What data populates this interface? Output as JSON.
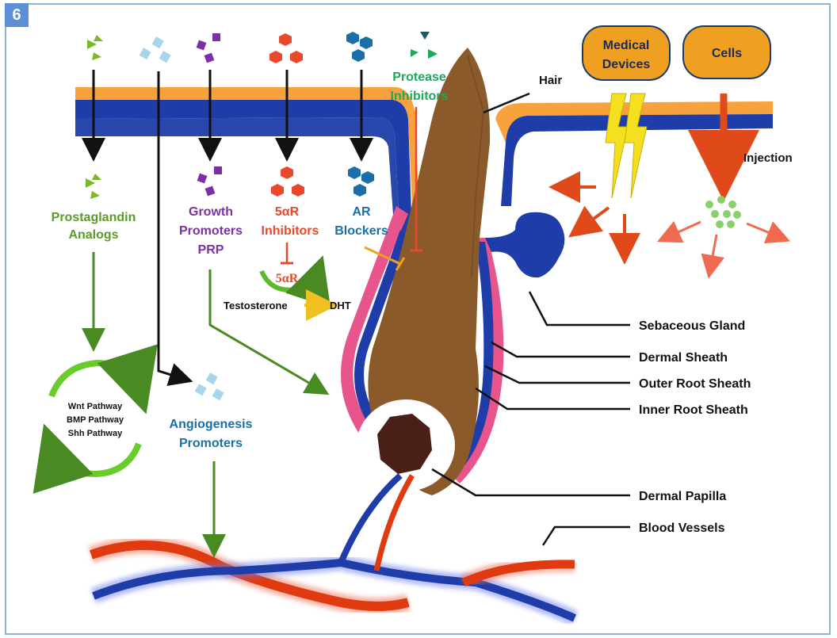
{
  "figure_number": "6",
  "labels": {
    "prostaglandin_1": "Prostaglandin",
    "prostaglandin_2": "Analogs",
    "growth_1": "Growth",
    "growth_2": "Promoters",
    "growth_3": "PRP",
    "five_ar_1": "5αR",
    "five_ar_2": "Inhibitors",
    "five_ar_enzyme": "5αR",
    "ar_1": "AR",
    "ar_2": "Blockers",
    "protease_1": "Protease",
    "protease_2": "Inhibitors",
    "hair": "Hair",
    "medical_1": "Medical",
    "medical_2": "Devices",
    "cells": "Cells",
    "injection": "Injection",
    "testosterone": "Testosterone",
    "dht": "DHT",
    "wnt": "Wnt Pathway",
    "bmp": "BMP Pathway",
    "shh": "Shh Pathway",
    "angio_1": "Angiogenesis",
    "angio_2": "Promoters",
    "sebaceous": "Sebaceous Gland",
    "dermal_sheath": "Dermal Sheath",
    "outer_root": "Outer Root Sheath",
    "inner_root": "Inner Root Sheath",
    "dermal_papilla": "Dermal Papilla",
    "blood_vessels": "Blood Vessels"
  },
  "colors": {
    "prostaglandin": "#5a9a2a",
    "growth": "#7b2fa8",
    "five_ar": "#e8482c",
    "ar": "#1a6fa8",
    "protease": "#1aaa5a",
    "angio": "#1a6fa8",
    "skin_orange": "#f7a23c",
    "skin_blue": "#1e3da8",
    "hair": "#8a5a2a",
    "sheath_pink": "#e8548c",
    "cells_box": "#f0a020",
    "injection_red": "#e04a1a"
  }
}
